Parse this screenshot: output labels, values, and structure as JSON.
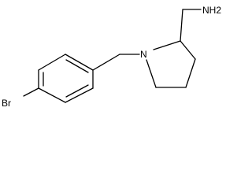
{
  "molecule": {
    "atom_labels": {
      "bromine": "Br",
      "nitrogen": "N",
      "amine": "NH2"
    },
    "colors": {
      "bond": "#000000",
      "background": "#ffffff"
    }
  }
}
